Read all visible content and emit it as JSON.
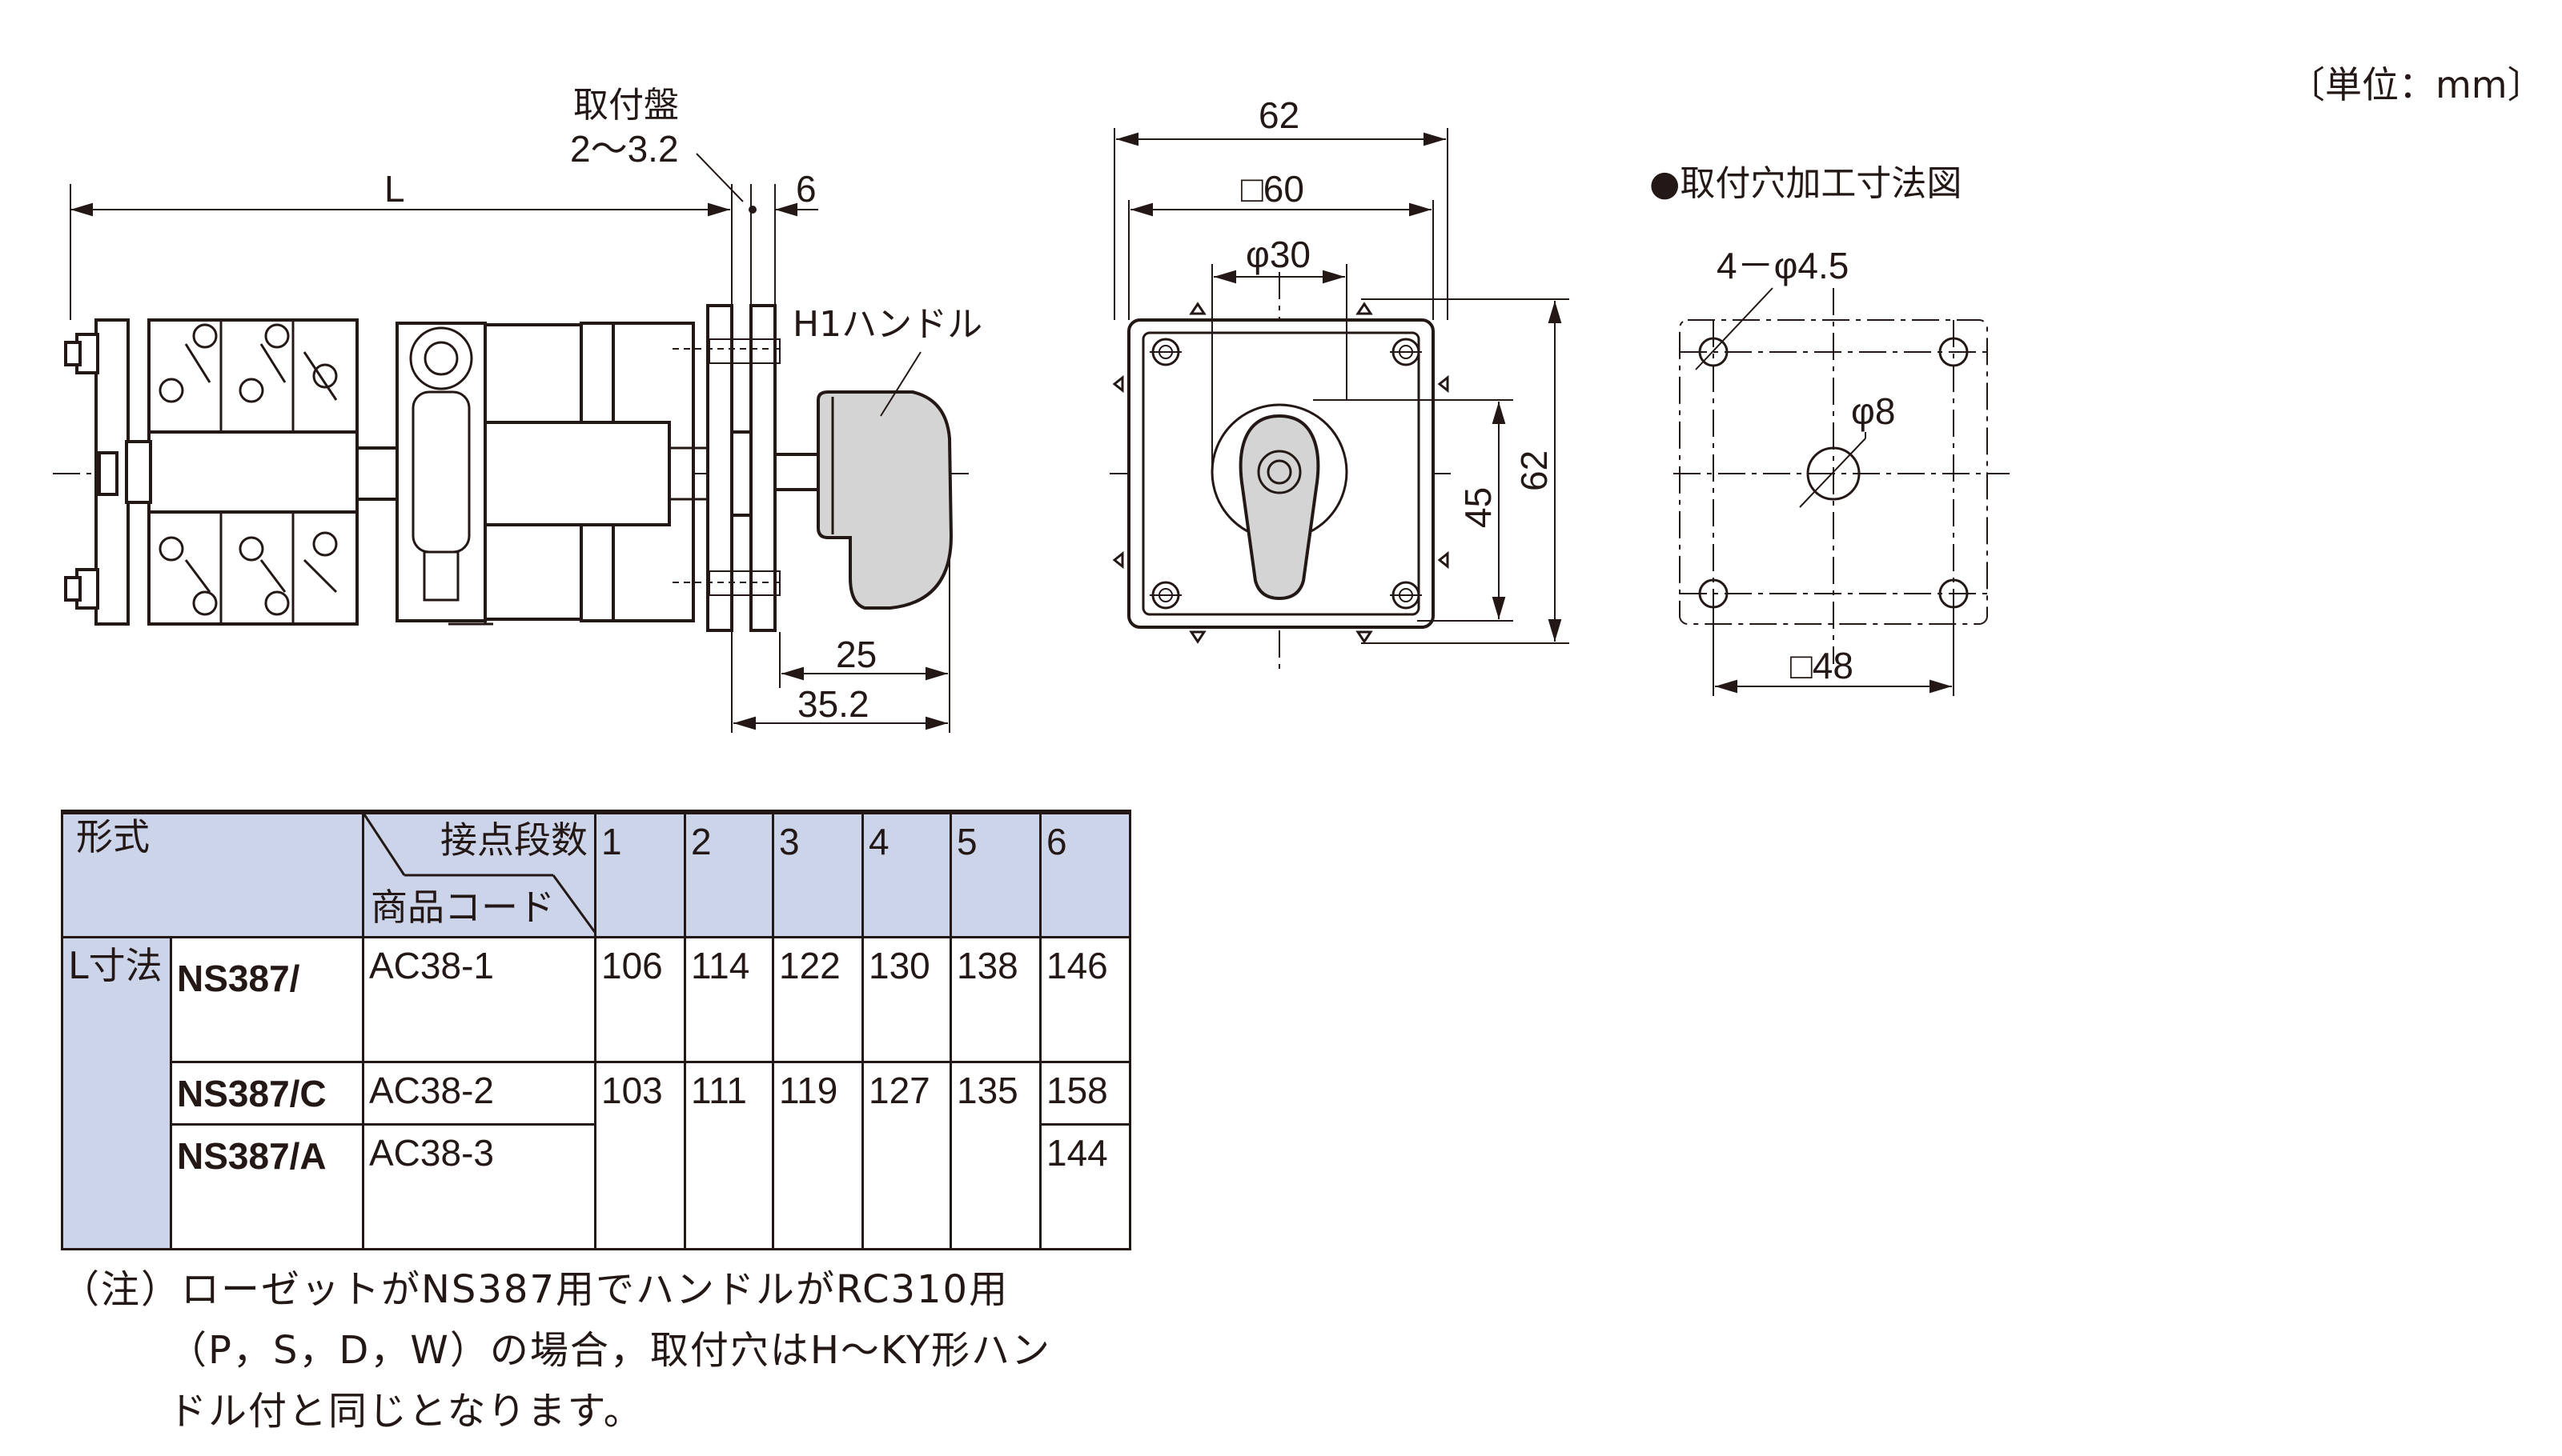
{
  "unit_label": "〔単位：mm〕",
  "side_view": {
    "plate_label_1": "取付盤",
    "plate_label_2": "2～3.2",
    "dim_L": "L",
    "dim_6": "6",
    "handle_label": "H1ハンドル",
    "dim_25": "25",
    "dim_35_2": "35.2"
  },
  "front_view": {
    "dim_62_top": "62",
    "dim_sq60": "□60",
    "dim_phi30": "φ30",
    "dim_45": "45",
    "dim_62_side": "62"
  },
  "hole_view": {
    "title": "●取付穴加工寸法図",
    "holes_label": "4－φ4.5",
    "center_hole_label": "φ8",
    "dim_sq48": "□48"
  },
  "table": {
    "hdr_type": "形式",
    "hdr_stages": "接点段数",
    "hdr_code": "商品コード",
    "stages": [
      "1",
      "2",
      "3",
      "4",
      "5",
      "6"
    ],
    "row_label": "L寸法",
    "rows": [
      {
        "model": "NS387/",
        "code": "AC38-1",
        "values": [
          "106",
          "114",
          "122",
          "130",
          "138",
          "146"
        ]
      },
      {
        "model": "NS387/C",
        "code": "AC38-2",
        "values": [
          "103",
          "111",
          "119",
          "127",
          "135",
          "158"
        ]
      },
      {
        "model": "NS387/A",
        "code": "AC38-3",
        "last_value": "144"
      }
    ]
  },
  "note": {
    "line1": "（注）ローゼットがNS387用でハンドルがRC310用",
    "line2": "（P，S，D，W）の場合，取付穴はH～KY形ハン",
    "line3": "ドル付と同じとなります。"
  }
}
